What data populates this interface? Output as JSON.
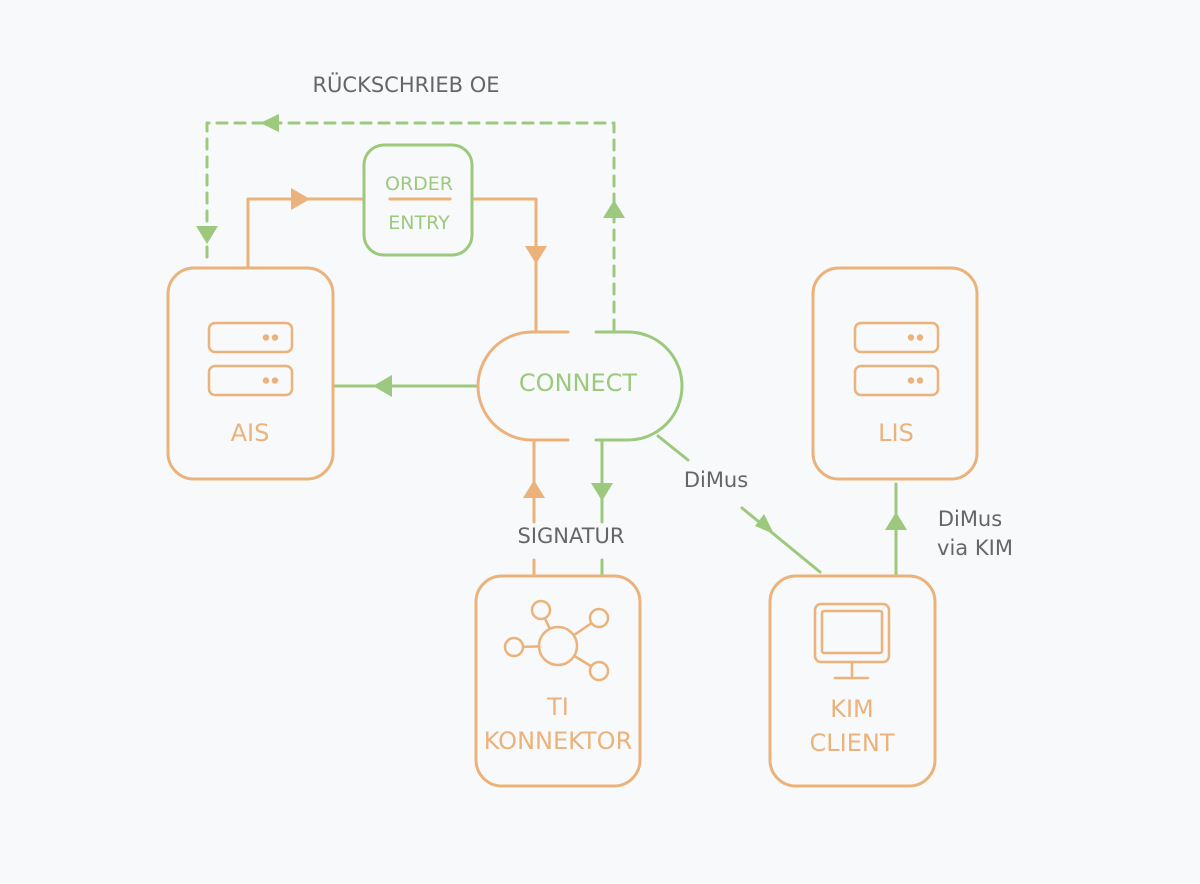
{
  "colors": {
    "orange": "#ebb27b",
    "green": "#9dc97e",
    "text": "#666666",
    "background": "#f7f9fa"
  },
  "nodes": {
    "ais": {
      "label": "AIS",
      "icon": "server-icon"
    },
    "lis": {
      "label": "LIS",
      "icon": "server-icon"
    },
    "connect": {
      "label": "CONNECT"
    },
    "order_entry": {
      "line1": "ORDER",
      "line2": "ENTRY"
    },
    "ti_konnektor": {
      "line1": "TI",
      "line2": "KONNEKTOR",
      "icon": "network-hub-icon"
    },
    "kim_client": {
      "line1": "KIM",
      "line2": "CLIENT",
      "icon": "monitor-icon"
    }
  },
  "edges": {
    "rueckschrieb": "RÜCKSCHRIEB OE",
    "signatur": "SIGNATUR",
    "dimus": "DiMus",
    "dimus_kim_line1": "DiMus",
    "dimus_kim_line2": "via KIM"
  }
}
